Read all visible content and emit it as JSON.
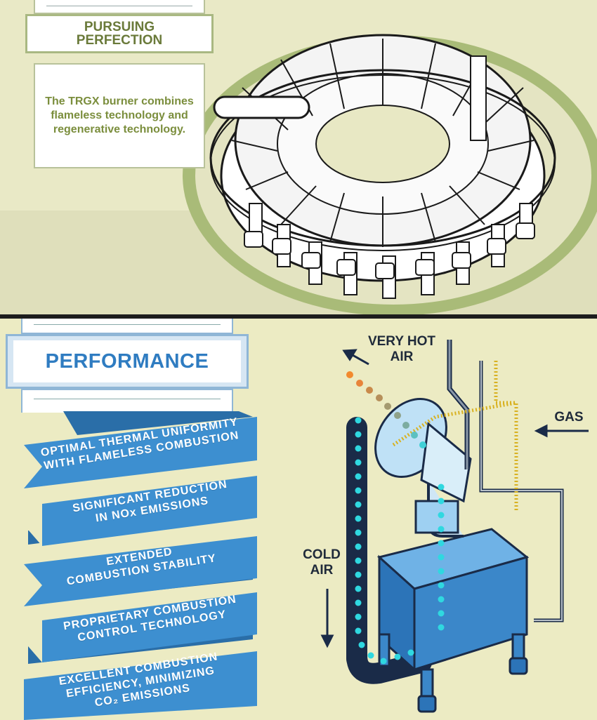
{
  "top": {
    "title": "PURSUING\nPERFECTION",
    "body": "The TRGX burner combines flameless technology and regenerative technology."
  },
  "bottom": {
    "title": "PERFORMANCE",
    "ribbons": [
      {
        "line1": "OPTIMAL THERMAL UNIFORMITY",
        "line2": "WITH FLAMELESS COMBUSTION"
      },
      {
        "line1": "SIGNIFICANT REDUCTION",
        "line2": "IN NOx EMISSIONS"
      },
      {
        "line1": "EXTENDED",
        "line2": "COMBUSTION STABILITY"
      },
      {
        "line1": "PROPRIETARY COMBUSTION",
        "line2": "CONTROL TECHNOLOGY"
      },
      {
        "line1": "EXCELLENT COMBUSTION",
        "line2": "EFFICIENCY, MINIMIZING",
        "line3": "CO₂ EMISSIONS"
      }
    ],
    "labels": {
      "very_hot_air": "VERY HOT\nAIR",
      "gas": "GAS",
      "cold_air": "COLD\nAIR"
    }
  },
  "colors": {
    "olive": "#6a7a3a",
    "blue_title": "#2f7cc1",
    "ribbon": "#3d8fd0",
    "ribbon_fold": "#2a6ea8",
    "burner_body": "#3b87c9",
    "pipe_dark": "#1a2b48",
    "cyan_dots": "#2fd8e0"
  }
}
